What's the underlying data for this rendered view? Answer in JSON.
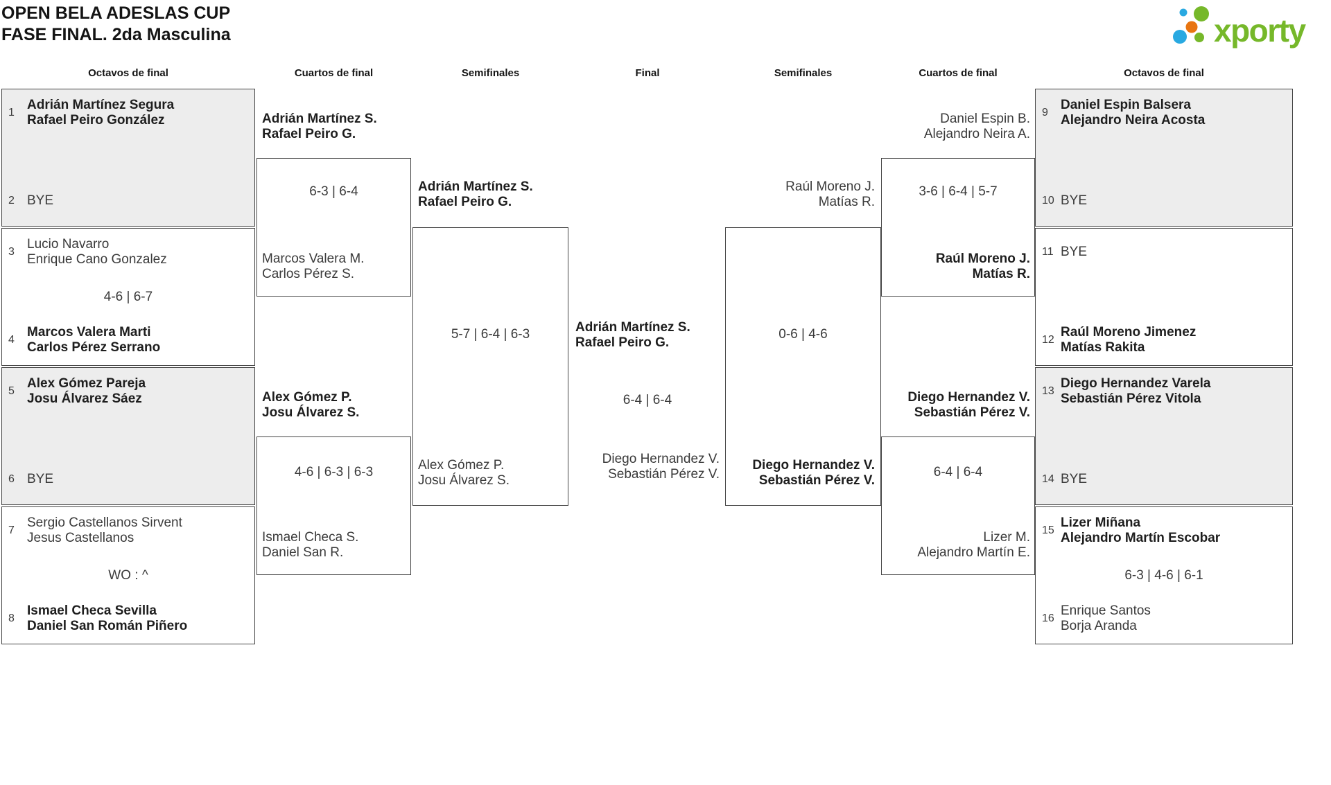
{
  "header": {
    "title_line1": "OPEN BELA ADESLAS CUP",
    "title_line2": "FASE FINAL. 2da Masculina",
    "logo_wordmark": "xporty",
    "logo_colors": {
      "green": "#76b82a",
      "blue": "#29a9e1",
      "orange": "#e87511"
    }
  },
  "rounds": [
    "Octavos de final",
    "Cuartos de final",
    "Semifinales",
    "Final",
    "Semifinales",
    "Cuartos de final",
    "Octavos de final"
  ],
  "r16_left": [
    {
      "top_seed": "1",
      "top": "Adrián Martínez Segura\nRafael Peiro González",
      "bottom_seed": "2",
      "bottom": "BYE",
      "score": "",
      "winner": "top"
    },
    {
      "top_seed": "3",
      "top": "Lucio Navarro\nEnrique Cano Gonzalez",
      "bottom_seed": "4",
      "bottom": "Marcos Valera Marti\nCarlos Pérez Serrano",
      "score": "4-6 | 6-7",
      "winner": "bottom"
    },
    {
      "top_seed": "5",
      "top": "Alex Gómez Pareja\nJosu Álvarez Sáez",
      "bottom_seed": "6",
      "bottom": "BYE",
      "score": "",
      "winner": "top"
    },
    {
      "top_seed": "7",
      "top": "Sergio Castellanos Sirvent\nJesus Castellanos",
      "bottom_seed": "8",
      "bottom": "Ismael Checa Sevilla\nDaniel San Román Piñero",
      "score": "WO : ^",
      "winner": "bottom"
    }
  ],
  "r16_right": [
    {
      "top_seed": "9",
      "top": "Daniel Espin Balsera\nAlejandro Neira Acosta",
      "bottom_seed": "10",
      "bottom": "BYE",
      "score": "",
      "winner": "top"
    },
    {
      "top_seed": "11",
      "top": "BYE",
      "bottom_seed": "12",
      "bottom": "Raúl Moreno Jimenez\nMatías Rakita",
      "score": "",
      "winner": "bottom"
    },
    {
      "top_seed": "13",
      "top": "Diego Hernandez Varela\nSebastián Pérez Vitola",
      "bottom_seed": "14",
      "bottom": "BYE",
      "score": "",
      "winner": "top"
    },
    {
      "top_seed": "15",
      "top": "Lizer Miñana\nAlejandro Martín Escobar",
      "bottom_seed": "16",
      "bottom": "Enrique Santos\nBorja Aranda",
      "score": "6-3 | 4-6 | 6-1",
      "winner": "top"
    }
  ],
  "qf_left": [
    {
      "top": "Adrián Martínez S.\nRafael Peiro G.",
      "bottom": "Marcos Valera M.\nCarlos Pérez S.",
      "score": "6-3 | 6-4",
      "winner": "top"
    },
    {
      "top": "Alex Gómez P.\nJosu Álvarez S.",
      "bottom": "Ismael Checa S.\nDaniel San R.",
      "score": "4-6 | 6-3 | 6-3",
      "winner": "top"
    }
  ],
  "qf_right": [
    {
      "top": "Daniel Espin B.\nAlejandro Neira A.",
      "bottom": "Raúl Moreno J.\nMatías R.",
      "score": "3-6 | 6-4 | 5-7",
      "winner": "bottom"
    },
    {
      "top": "Diego Hernandez V.\nSebastián Pérez V.",
      "bottom": "Lizer M.\nAlejandro Martín E.",
      "score": "6-4 | 6-4",
      "winner": "top"
    }
  ],
  "sf_left": {
    "top": "Adrián Martínez S.\nRafael Peiro G.",
    "bottom": "Alex Gómez P.\nJosu Álvarez S.",
    "score": "5-7 | 6-4 | 6-3",
    "winner": "top"
  },
  "sf_right": {
    "top": "Raúl Moreno J.\nMatías R.",
    "bottom": "Diego Hernandez V.\nSebastián Pérez V.",
    "score": "0-6 | 4-6",
    "winner": "bottom"
  },
  "final": {
    "top": "Adrián Martínez S.\nRafael Peiro G.",
    "bottom": "Diego Hernandez V.\nSebastián Pérez V.",
    "score": "6-4 | 6-4",
    "winner": "top"
  }
}
